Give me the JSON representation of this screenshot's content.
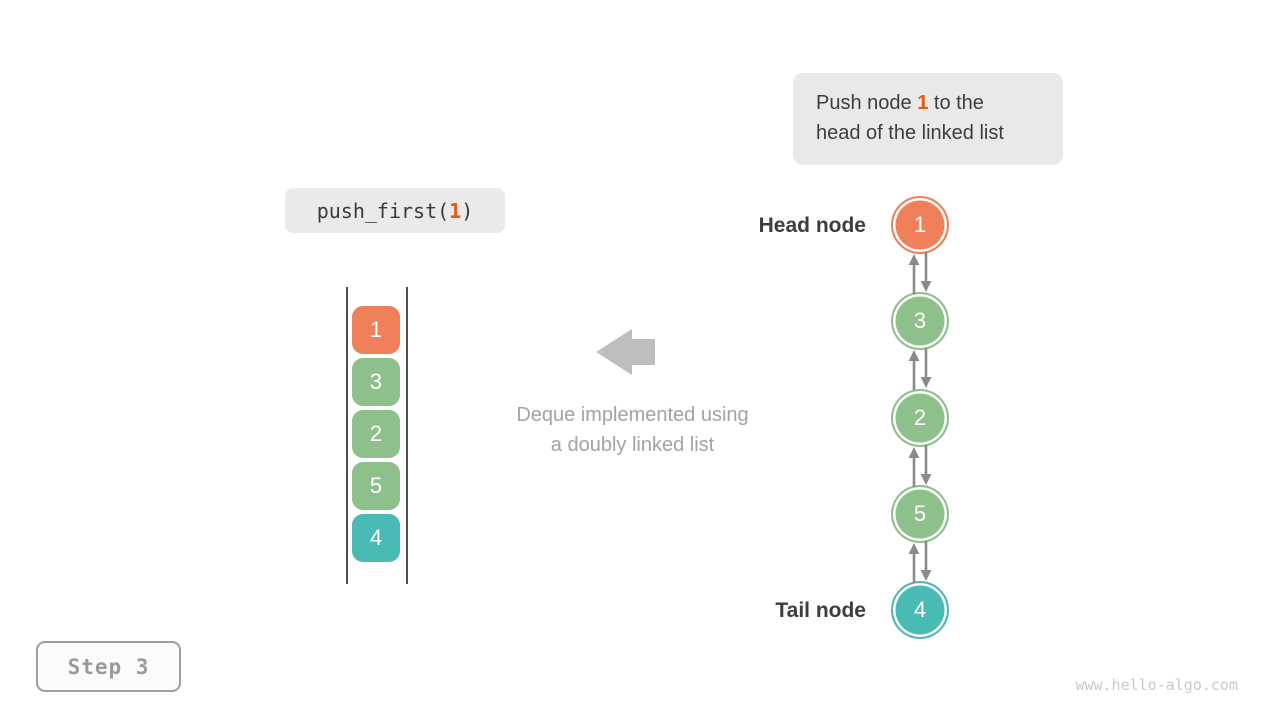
{
  "note": {
    "line1_pre": "Push node ",
    "value": "1",
    "line1_post": " to the",
    "line2": "head of the linked list"
  },
  "code": {
    "pre": "push_first(",
    "value": "1",
    "post": ")"
  },
  "stack": {
    "items": [
      {
        "value": "1",
        "color": "#F0805A"
      },
      {
        "value": "3",
        "color": "#8DC08A"
      },
      {
        "value": "2",
        "color": "#8DC08A"
      },
      {
        "value": "5",
        "color": "#8DC08A"
      },
      {
        "value": "4",
        "color": "#4ABAB4"
      }
    ]
  },
  "caption": {
    "line1": "Deque implemented using",
    "line2": "a doubly linked list"
  },
  "list": {
    "head_label": "Head node",
    "tail_label": "Tail node",
    "nodes": [
      {
        "value": "1",
        "color": "#F0805A"
      },
      {
        "value": "3",
        "color": "#8DC08A"
      },
      {
        "value": "2",
        "color": "#8DC08A"
      },
      {
        "value": "5",
        "color": "#8DC08A"
      },
      {
        "value": "4",
        "color": "#4ABAB4"
      }
    ]
  },
  "step": {
    "label": "Step 3"
  },
  "watermark": "www.hello-algo.com",
  "colors": {
    "accent_orange": "#E8580E",
    "node_orange": "#F0805A",
    "node_green": "#8DC08A",
    "node_teal": "#4ABAB4",
    "connector_gray": "#8A8A8A",
    "big_arrow_gray": "#BEBEBE",
    "note_background": "#E9E9E9",
    "dark_text": "#3D3D3D",
    "muted_text": "#A3A3A3"
  }
}
